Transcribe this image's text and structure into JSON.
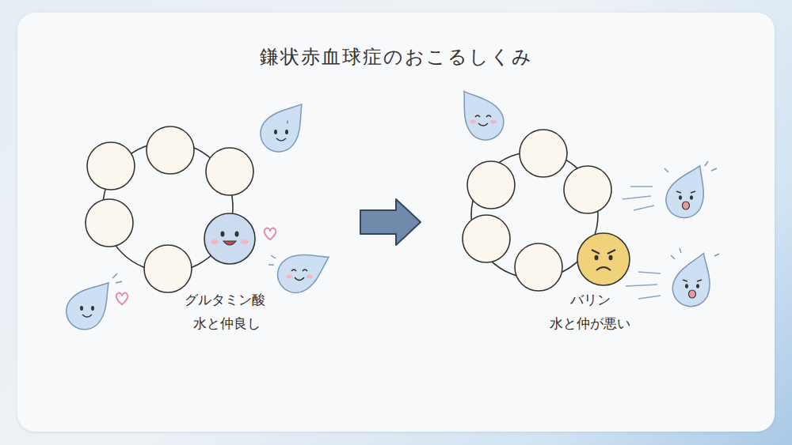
{
  "diagram": {
    "title": "鎌状赤血球症のおこるしくみ",
    "labels": [
      "グルタミン酸",
      "水と仲良し",
      "バリン",
      "水と仲が悪い"
    ]
  }
}
